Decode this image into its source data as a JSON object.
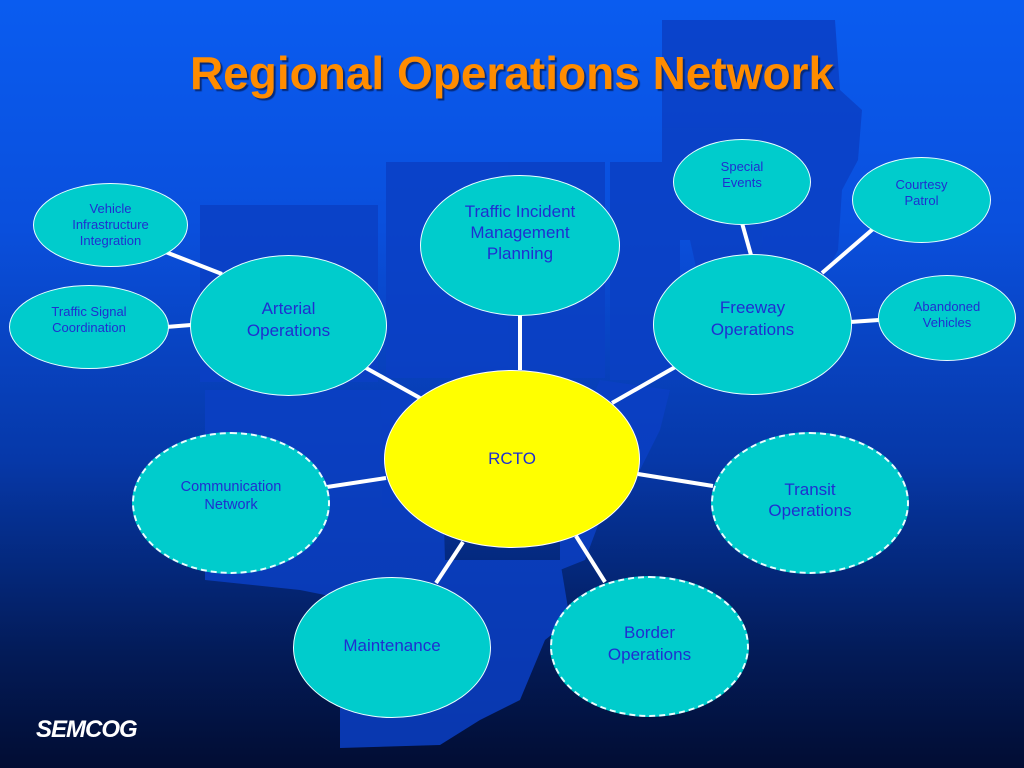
{
  "slide": {
    "title": "Regional Operations Network",
    "title_color": "#ff8c00",
    "logo_text": "SEMCOG"
  },
  "colors": {
    "node_fill": "#00cccc",
    "hub_fill": "#ffff00",
    "node_text": "#1f2fd0",
    "hub_text": "#1f2fd0",
    "connector": "#ffffff"
  },
  "diagram": {
    "hub": {
      "label": "RCTO"
    },
    "nodes": {
      "vehicle": {
        "label": "Vehicle Infrastructure Integration"
      },
      "signal": {
        "label": "Traffic Signal Coordination"
      },
      "arterial": {
        "label": "Arterial Operations"
      },
      "tim": {
        "label": "Traffic Incident Management Planning"
      },
      "special": {
        "label": "Special Events"
      },
      "courtesy": {
        "label": "Courtesy Patrol"
      },
      "freeway": {
        "label": "Freeway Operations"
      },
      "abandoned": {
        "label": "Abandoned Vehicles"
      },
      "comm": {
        "label": "Communication Network"
      },
      "transit": {
        "label": "Transit Operations"
      },
      "maint": {
        "label": "Maintenance"
      },
      "border": {
        "label": "Border Operations"
      }
    }
  }
}
